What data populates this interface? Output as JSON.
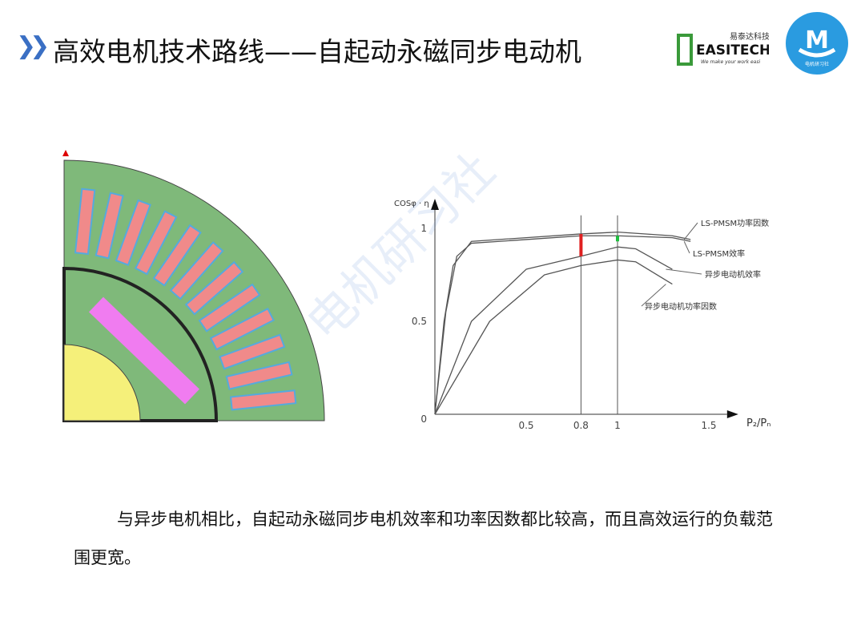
{
  "header": {
    "title": "高效电机技术路线——自起动永磁同步电动机",
    "chevron_icon": "double-chevron-right-icon"
  },
  "logos": {
    "easitech": {
      "cn": "易泰达科技",
      "en": "EASITECH",
      "slogan": "We make your work easi"
    },
    "motor_club": {
      "letter": "M",
      "cn": "电机研习社"
    }
  },
  "watermark": "电机研习社",
  "paragraph": "与异步电机相比，自起动永磁同步电机效率和功率因数都比较高，而且高效运行的负载范围更宽。",
  "colors": {
    "accent": "#3a6fc4",
    "stator": "#7fb97a",
    "rotor": "#f5f07a",
    "magnet": "#f07cf0",
    "winding": "#f08a8a",
    "red_marker": "#e02020",
    "green_marker": "#20c040"
  },
  "chart_data": {
    "type": "line",
    "ylabel": "COSφ · η",
    "xlabel": "P₂/Pₙ",
    "xlim": [
      0,
      1.6
    ],
    "ylim": [
      0,
      1.1
    ],
    "xticks": [
      "0.5",
      "0.8",
      "1",
      "1.5"
    ],
    "xtick_values": [
      0.5,
      0.8,
      1,
      1.5
    ],
    "yticks": [
      "0",
      "0.5",
      "1"
    ],
    "ytick_values": [
      0,
      0.5,
      1
    ],
    "vlines": [
      0.8,
      1
    ],
    "series": [
      {
        "name": "LS-PMSM功率因数",
        "x": [
          0,
          0.05,
          0.1,
          0.2,
          0.5,
          0.8,
          1,
          1.3,
          1.4
        ],
        "y": [
          0,
          0.5,
          0.8,
          0.93,
          0.95,
          0.97,
          0.98,
          0.96,
          0.94
        ]
      },
      {
        "name": "LS-PMSM效率",
        "x": [
          0,
          0.06,
          0.12,
          0.2,
          0.5,
          0.8,
          1,
          1.3,
          1.4
        ],
        "y": [
          0,
          0.55,
          0.85,
          0.92,
          0.94,
          0.96,
          0.96,
          0.95,
          0.93
        ]
      },
      {
        "name": "异步电动机效率",
        "x": [
          0,
          0.2,
          0.5,
          0.8,
          1,
          1.1,
          1.3
        ],
        "y": [
          0,
          0.5,
          0.78,
          0.85,
          0.9,
          0.89,
          0.78
        ]
      },
      {
        "name": "异步电动机功率因数",
        "x": [
          0,
          0.3,
          0.6,
          0.8,
          1,
          1.1,
          1.3
        ],
        "y": [
          0,
          0.5,
          0.75,
          0.8,
          0.83,
          0.82,
          0.7
        ]
      }
    ],
    "markers": [
      {
        "x": 0.8,
        "y": [
          0.85,
          0.97
        ],
        "color": "#e02020"
      },
      {
        "x": 1,
        "y": [
          0.93,
          0.96
        ],
        "color": "#20c040"
      }
    ]
  }
}
